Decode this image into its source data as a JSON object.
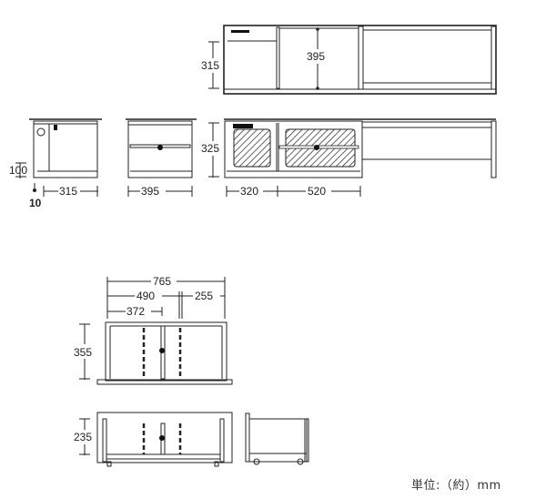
{
  "top_view": {
    "dims": {
      "depth": "315",
      "inner": "395"
    }
  },
  "front_row": {
    "side_view": {
      "dims": {
        "base": "100",
        "foot": "10",
        "depth": "315"
      }
    },
    "mid_view": {
      "dims": {
        "width": "395"
      }
    },
    "front_view": {
      "dims": {
        "height": "325",
        "left": "320",
        "right": "520"
      }
    }
  },
  "lower_unit": {
    "dims": {
      "total": "765",
      "left": "490",
      "right": "255",
      "half": "372",
      "height": "355",
      "drawer_height": "235"
    }
  },
  "unit_label": "単位:（約）mm"
}
